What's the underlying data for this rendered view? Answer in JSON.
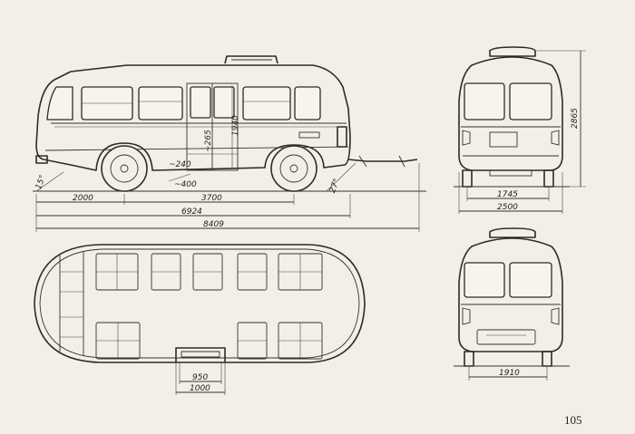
{
  "dimensions": {
    "front_overhang": "2000",
    "wheelbase": "3700",
    "body_length": "6924",
    "overall_length": "8409",
    "front_track": "1745",
    "overall_width": "2500",
    "rear_track": "1910",
    "overall_height": "2865",
    "interior_height": "1940",
    "floor_step": "~265",
    "ground_clearance": "~240",
    "floor_clearance": "~400",
    "approach_angle": "15°",
    "departure_angle": "27°",
    "door_width_inner": "950",
    "door_width_outer": "1000"
  },
  "page_number": "105"
}
